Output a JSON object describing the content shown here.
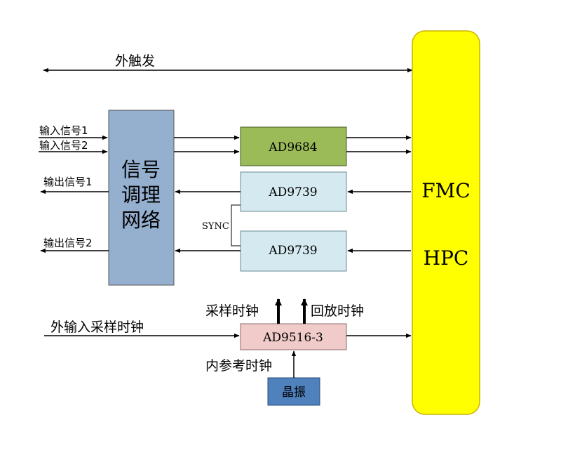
{
  "external_trigger": "外触发",
  "inputs": [
    "输入信号1",
    "输入信号2"
  ],
  "outputs": [
    "输出信号1",
    "输出信号2"
  ],
  "conditioning_network": [
    "信号",
    "调理",
    "网络"
  ],
  "adc": "AD9684",
  "dac1": "AD9739",
  "dac2": "AD9739",
  "sync": "SYNC",
  "fmc": [
    "FMC",
    "HPC"
  ],
  "clock": {
    "chip": "AD9516-3",
    "ext_input": "外输入采样时钟",
    "sample_clock": "采样时钟",
    "playback_clock": "回放时钟",
    "internal_ref": "内参考时钟",
    "oscillator": "晶振"
  },
  "colors": {
    "fmc_fill": "#ffff00",
    "fmc_stroke": "#d4c200",
    "conditioning_fill": "#95afcf",
    "adc_fill": "#9bbb59",
    "dac_fill": "#d5eaf0",
    "clock_fill": "#f0cbc9",
    "osc_fill": "#4f81bd"
  }
}
